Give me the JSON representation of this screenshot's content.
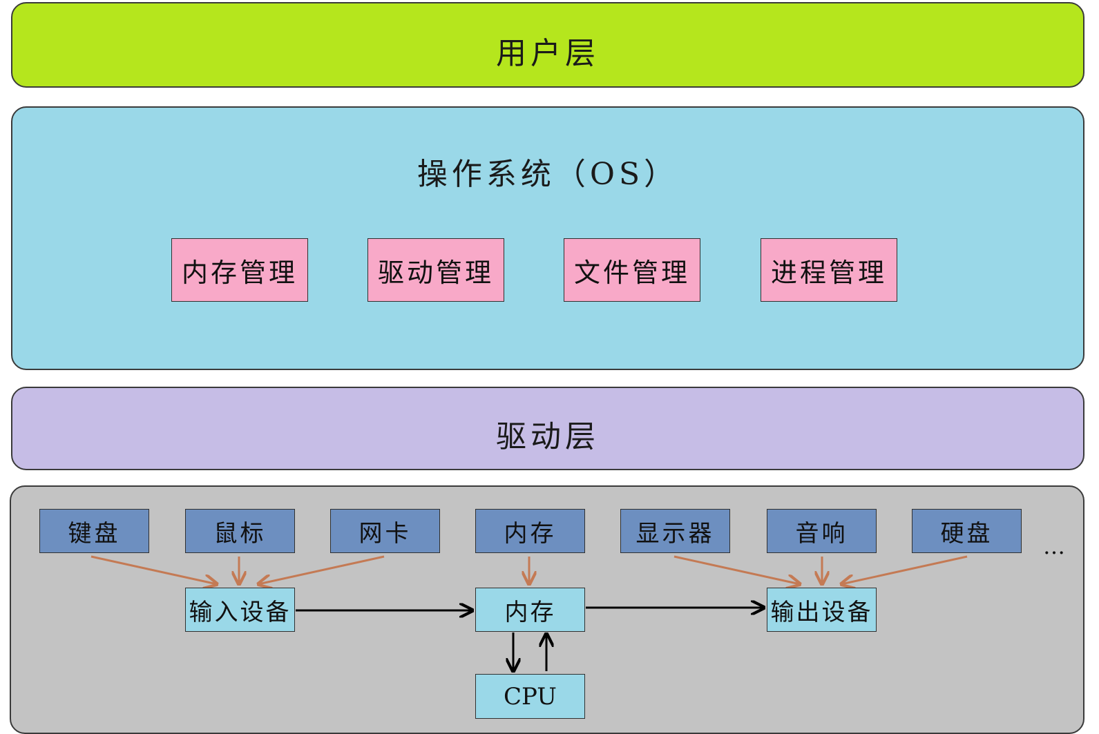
{
  "layers": {
    "user": "用户层",
    "os": "操作系统（OS）",
    "driver": "驱动层"
  },
  "os_modules": [
    "内存管理",
    "驱动管理",
    "文件管理",
    "进程管理"
  ],
  "devices": [
    "键盘",
    "鼠标",
    "网卡",
    "内存",
    "显示器",
    "音响",
    "硬盘"
  ],
  "ellipsis": "…",
  "nodes": {
    "input": "输入设备",
    "memory": "内存",
    "output": "输出设备",
    "cpu": "CPU"
  },
  "colors": {
    "user_layer": "#b5e61d",
    "os_layer": "#9ad8e8",
    "os_module": "#f8a9c8",
    "driver_layer": "#c6bde6",
    "hardware_layer": "#c3c3c3",
    "device_box": "#6d8fc0",
    "node_box": "#9ad8e8",
    "device_arrow": "#c47a54",
    "flow_arrow": "#000000"
  }
}
